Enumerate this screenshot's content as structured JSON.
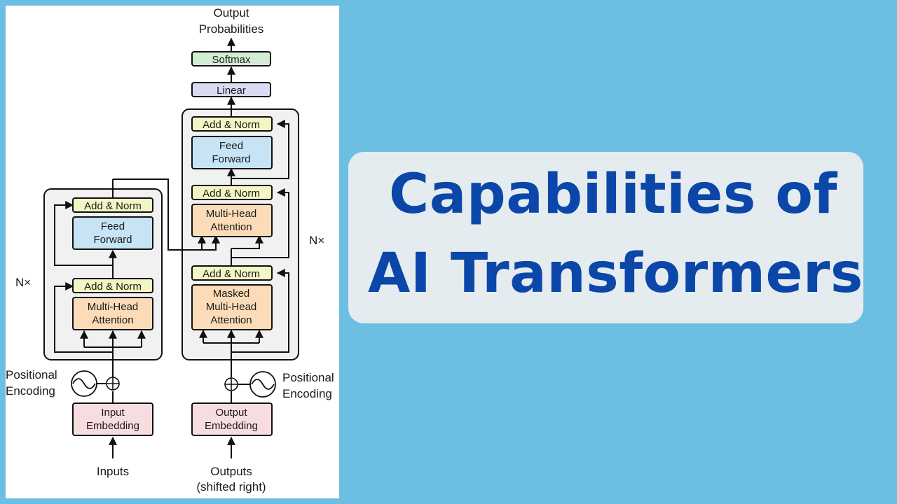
{
  "title": {
    "line1": "Capabilities of",
    "line2": "AI Transformers"
  },
  "diagram": {
    "output_probabilities": [
      "Output",
      "Probabilities"
    ],
    "softmax": "Softmax",
    "linear": "Linear",
    "add_norm": "Add & Norm",
    "feed_forward": [
      "Feed",
      "Forward"
    ],
    "multi_head_attention": [
      "Multi-Head",
      "Attention"
    ],
    "masked_multi_head_attention": [
      "Masked",
      "Multi-Head",
      "Attention"
    ],
    "nx": "N×",
    "positional_encoding": [
      "Positional",
      "Encoding"
    ],
    "input_embedding": [
      "Input",
      "Embedding"
    ],
    "output_embedding": [
      "Output",
      "Embedding"
    ],
    "inputs": "Inputs",
    "outputs": [
      "Outputs",
      "(shifted right)"
    ]
  },
  "colors": {
    "background": "#6cbfe2",
    "title_text": "#0b47a8",
    "title_card": "#e5ecef",
    "add_norm_fill": "#f3f5c4",
    "feed_forward_fill": "#c6e4f6",
    "attention_fill": "#fcdcb8",
    "embedding_fill": "#f8dde0",
    "linear_fill": "#dadcf1",
    "softmax_fill": "#d2edd3",
    "stack_fill": "#f1f1f1"
  }
}
